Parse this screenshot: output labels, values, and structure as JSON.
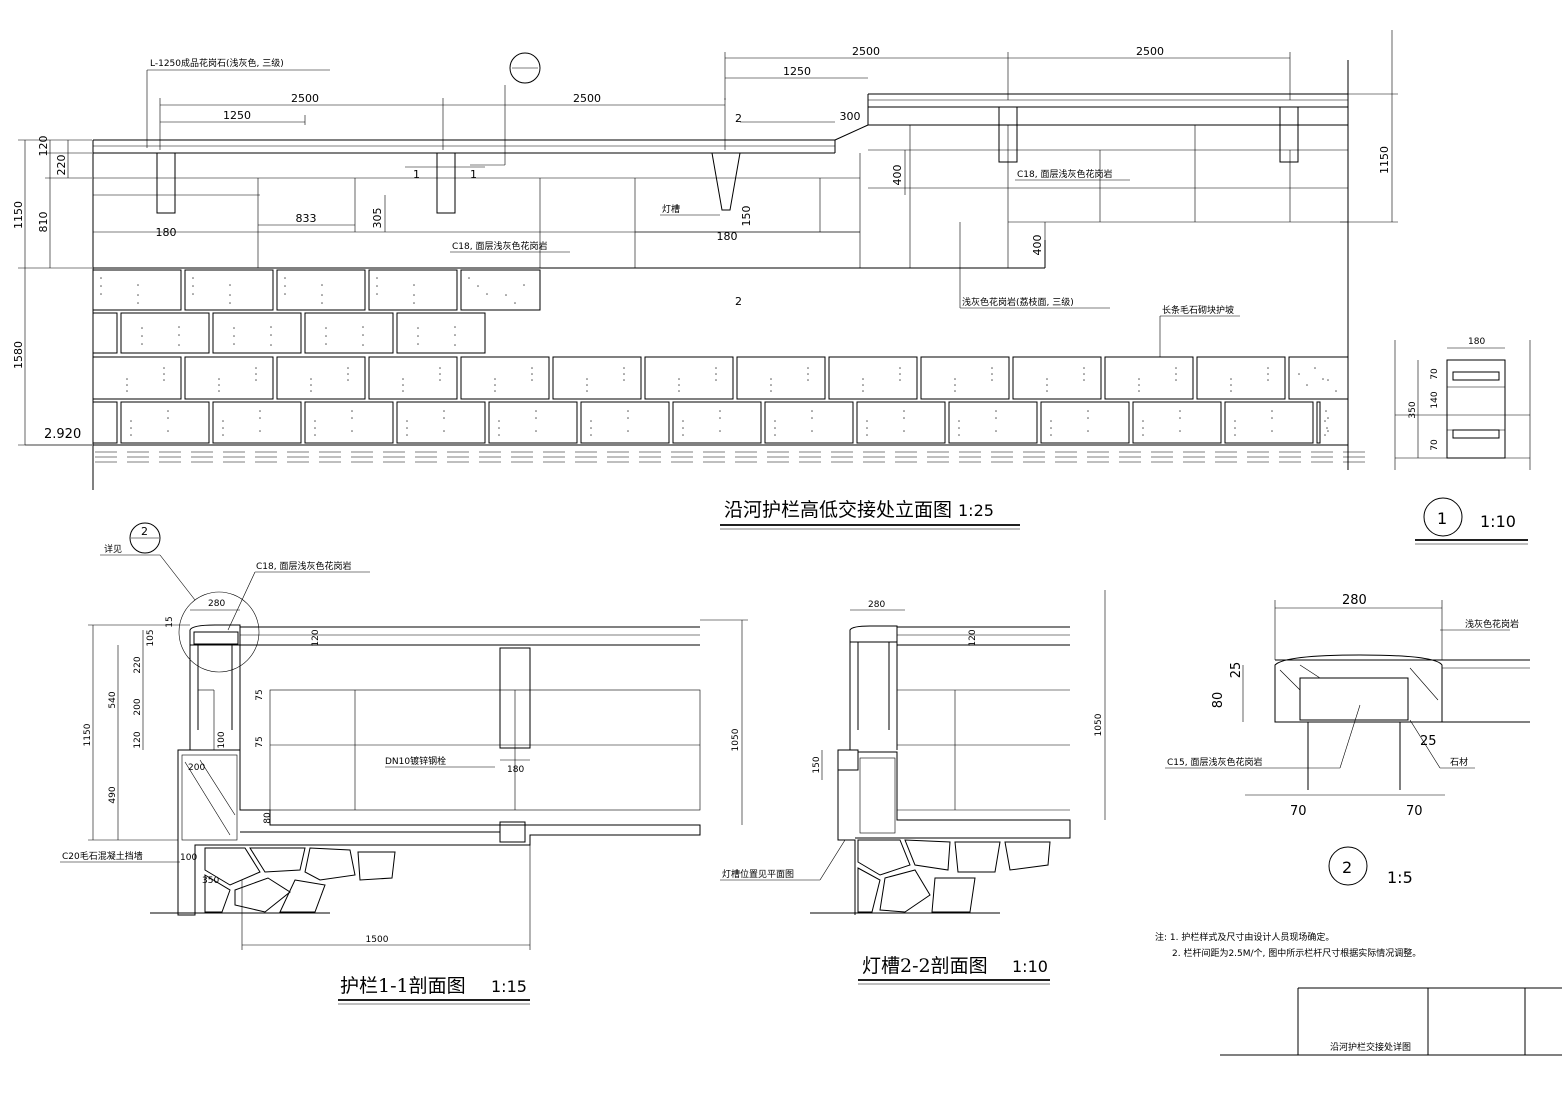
{
  "elevation": {
    "title": "沿河护栏高低交接处立面图",
    "scale": "1:25",
    "dims_top": [
      "2500",
      "2500"
    ],
    "dims_top_sub": [
      "1250"
    ],
    "dims_left_top": [
      "2500",
      "2500"
    ],
    "dims_left_sub": [
      "1250"
    ],
    "dim_300": "300",
    "dims_height": [
      "1150",
      "810",
      "120",
      "220",
      "1580"
    ],
    "dim_right_height": "1150",
    "dim_833": "833",
    "dim_305": "305",
    "dim_400a": "400",
    "dim_400b": "400",
    "dim_180a": "180",
    "dim_180b": "180",
    "dim_150": "150",
    "level": "2.920",
    "marker_1": "1",
    "marker_2": "2",
    "notes": {
      "top_rail": "L-1250成品花岗石(浅灰色, 三级)",
      "lamp": "灯槽",
      "lamp_note": "C18, 面层浅灰色花岗岩",
      "right_note": "C18, 面层浅灰色花岗岩",
      "granite": "浅灰色花岗岩(荔枝面, 三级)",
      "stone": "长条毛石砌块护坡"
    }
  },
  "detail1": {
    "id": "1",
    "scale": "1:10",
    "dims": [
      "180",
      "350",
      "70",
      "140",
      "70"
    ]
  },
  "section11": {
    "title": "护栏1-1剖面图",
    "scale": "1:15",
    "callout": "2",
    "callout_label": "详见",
    "note_top": "C18, 面层浅灰色花岗岩",
    "note_rebar": "DN10镀锌钢栓",
    "note_left": "C20毛石混凝土挡墙",
    "dims": [
      "280",
      "15",
      "105",
      "220",
      "540",
      "200",
      "120",
      "1150",
      "490",
      "75",
      "75",
      "100",
      "200",
      "80",
      "100",
      "350",
      "1500",
      "120",
      "1050",
      "180"
    ]
  },
  "section22": {
    "title": "灯槽2-2剖面图",
    "scale": "1:10",
    "note": "灯槽位置见平面图",
    "dims": [
      "280",
      "120",
      "1050",
      "150"
    ]
  },
  "detail2": {
    "id": "2",
    "scale": "1:5",
    "dims": [
      "280",
      "25",
      "80",
      "25",
      "70",
      "70"
    ],
    "notes": [
      "浅灰色花岗岩",
      "C15, 面层浅灰色花岗岩",
      "石材"
    ],
    "remarks": [
      "注: 1. 护栏样式及尺寸由设计人员现场确定。",
      "2. 栏杆间距为2.5M/个, 图中所示栏杆尺寸根据实际情况调整。"
    ]
  },
  "titleblock": {
    "label": "沿河护栏交接处详图"
  }
}
